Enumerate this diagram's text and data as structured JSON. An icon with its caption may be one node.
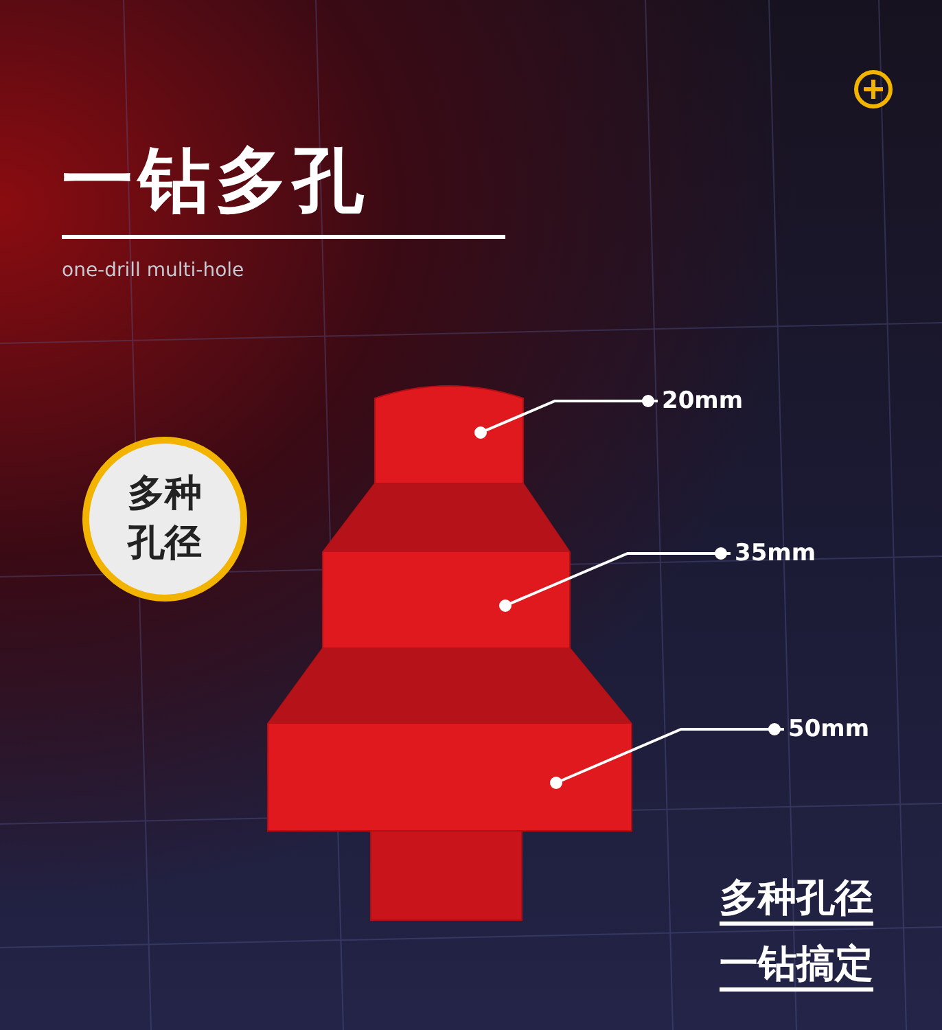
{
  "diagram": {
    "title": "一钻多孔",
    "nodes": [
      {
        "text": [
          "多种孔径"
        ]
      },
      {
        "text": [
          "20mm"
        ]
      },
      {
        "text": [],
        "shape": "picture"
      },
      {
        "text": [
          "35mm"
        ]
      },
      {
        "text": [],
        "shape": "picture"
      },
      {
        "text": [
          "50mm"
        ]
      },
      {
        "text": [],
        "shape": "picture"
      },
      {
        "text": [],
        "shape": "box"
      }
    ],
    "edges": [
      {
        "from": 1,
        "to": 2,
        "arrow": "other"
      },
      {
        "from": 3,
        "to": 4,
        "arrow": "other"
      },
      {
        "from": 5,
        "to": 6,
        "arrow": "other"
      }
    ],
    "labels": [
      "one-drill multi-hole",
      "多种孔径",
      "一钻搞定"
    ]
  }
}
